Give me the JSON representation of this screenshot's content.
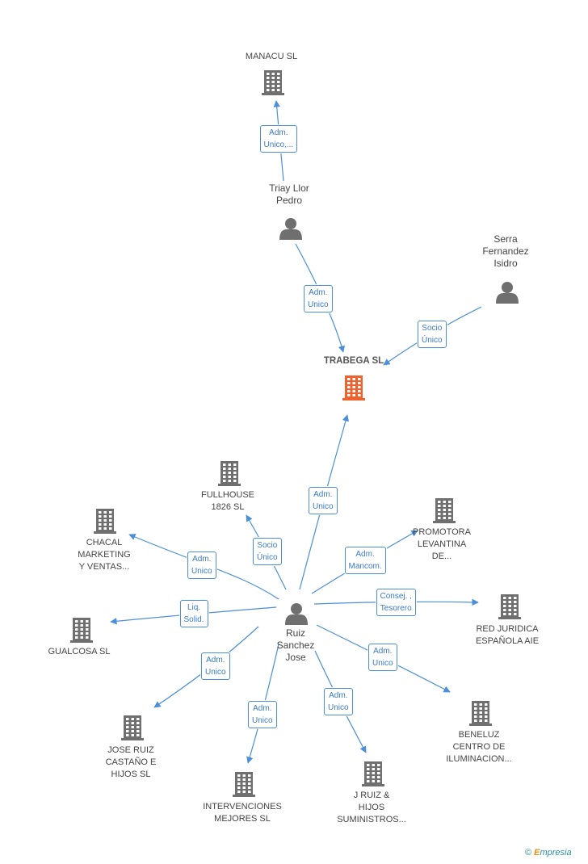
{
  "center": {
    "name": "TRABEGA SL",
    "color": "#f0622d"
  },
  "nodes": {
    "manacu": {
      "lines": [
        "MANACU  SL"
      ],
      "type": "company"
    },
    "triay": {
      "lines": [
        "Triay Llor",
        "Pedro"
      ],
      "type": "person"
    },
    "serra": {
      "lines": [
        "Serra",
        "Fernandez",
        "Isidro"
      ],
      "type": "person"
    },
    "ruiz": {
      "lines": [
        "Ruiz",
        "Sanchez",
        "Jose"
      ],
      "type": "person"
    },
    "fullhouse": {
      "lines": [
        "FULLHOUSE",
        "1826 SL"
      ],
      "type": "company"
    },
    "chacal": {
      "lines": [
        "CHACAL",
        "MARKETING",
        "Y VENTAS..."
      ],
      "type": "company"
    },
    "promotora": {
      "lines": [
        "PROMOTORA",
        "LEVANTINA",
        "DE..."
      ],
      "type": "company"
    },
    "gualcosa": {
      "lines": [
        "GUALCOSA SL"
      ],
      "type": "company"
    },
    "redjuridica": {
      "lines": [
        "RED JURIDICA",
        "ESPAÑOLA AIE"
      ],
      "type": "company"
    },
    "joseruiz": {
      "lines": [
        "JOSE RUIZ",
        "CASTAÑO E",
        "HIJOS SL"
      ],
      "type": "company"
    },
    "intervenciones": {
      "lines": [
        "INTERVENCIONES",
        "MEJORES  SL"
      ],
      "type": "company"
    },
    "jruiz": {
      "lines": [
        "J RUIZ &",
        "HIJOS",
        "SUMINISTROS..."
      ],
      "type": "company"
    },
    "beneluz": {
      "lines": [
        "BENELUZ",
        "CENTRO DE",
        "ILUMINACION..."
      ],
      "type": "company"
    }
  },
  "edges": [
    {
      "from": "triay",
      "to": "manacu",
      "label": [
        "Adm.",
        "Unico,..."
      ]
    },
    {
      "from": "triay",
      "to": "center",
      "label": [
        "Adm.",
        "Unico"
      ]
    },
    {
      "from": "serra",
      "to": "center",
      "label": [
        "Socio",
        "Único"
      ]
    },
    {
      "from": "ruiz",
      "to": "center",
      "label": [
        "Adm.",
        "Unico"
      ]
    },
    {
      "from": "ruiz",
      "to": "fullhouse",
      "label": [
        "Socio",
        "Único"
      ]
    },
    {
      "from": "ruiz",
      "to": "chacal",
      "label": [
        "Adm.",
        "Unico"
      ]
    },
    {
      "from": "ruiz",
      "to": "promotora",
      "label": [
        "Adm.",
        "Mancom."
      ]
    },
    {
      "from": "ruiz",
      "to": "gualcosa",
      "label": [
        "Liq.",
        "Solid."
      ]
    },
    {
      "from": "ruiz",
      "to": "redjuridica",
      "label": [
        "Consej. ,",
        "Tesorero"
      ]
    },
    {
      "from": "ruiz",
      "to": "joseruiz",
      "label": [
        "Adm.",
        "Unico"
      ]
    },
    {
      "from": "ruiz",
      "to": "intervenciones",
      "label": [
        "Adm.",
        "Unico"
      ]
    },
    {
      "from": "ruiz",
      "to": "jruiz",
      "label": [
        "Adm.",
        "Unico"
      ]
    },
    {
      "from": "ruiz",
      "to": "beneluz",
      "label": [
        "Adm.",
        "Unico"
      ]
    }
  ],
  "colors": {
    "edge": "#4a8fd8",
    "icon": "#6f6f6f",
    "center_icon": "#f0622d"
  },
  "footer": {
    "copyright": "©",
    "brand_first": "E",
    "brand_rest": "mpresia"
  }
}
